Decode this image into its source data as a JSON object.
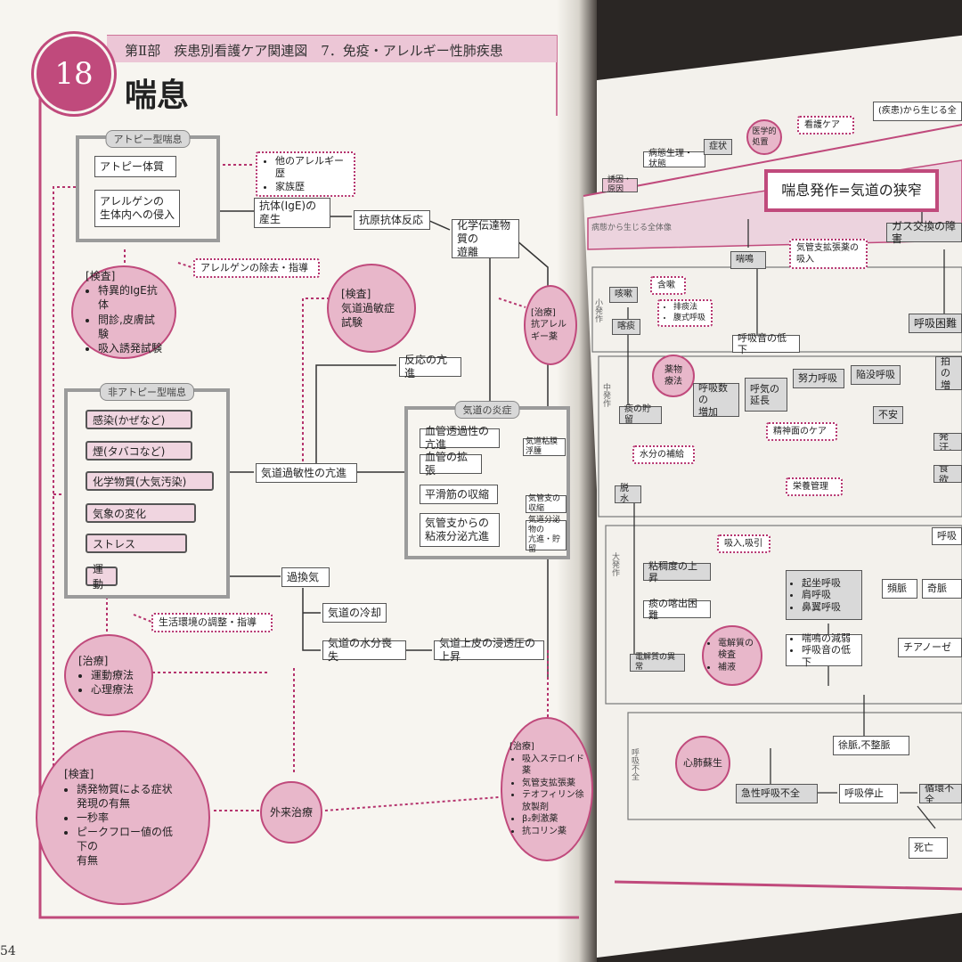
{
  "header": {
    "number": "18",
    "section": "第Ⅱ部　疾患別看護ケア関連図　7．免疫・アレルギー性肺疾患",
    "title": "喘息",
    "page_number": "54"
  },
  "atopic": {
    "frame_title": "アトピー型喘息",
    "item1": "アトピー体質",
    "item2": "アレルゲンの\n生体内への侵入",
    "history": [
      "他のアレルギー歴",
      "家族歴"
    ],
    "removal": "アレルゲンの除去・指導",
    "exam_title": "[検査]",
    "exam_items": [
      "特異的IgE抗体",
      "問診,皮膚試験",
      "吸入誘発試験"
    ]
  },
  "flow": {
    "ige": "抗体(IgE)の\n産生",
    "antigen": "抗原抗体反応",
    "mediator": "化学伝達物質の\n遊離",
    "reaction": "反応の亢進",
    "hyper": "気道過敏性の亢進",
    "hyperexam_title": "[検査]",
    "hyperexam": "気道過敏症試験",
    "antiallergy": "[治療]\n抗アレルギー薬",
    "hyperventilation": "過換気",
    "cooling": "気道の冷却",
    "water_loss": "気道の水分喪失",
    "osmotic": "気道上皮の浸透圧の上昇"
  },
  "inflammation": {
    "title": "気道の炎症",
    "items": [
      "血管透過性の亢進",
      "血管の拡張",
      "平滑筋の収縮",
      "気管支からの\n粘液分泌亢進"
    ],
    "results": [
      "気道粘膜浮腫",
      "気管支の収縮",
      "気道分泌物の\n亢進・貯留"
    ]
  },
  "nonatopic": {
    "frame_title": "非アトピー型喘息",
    "items": [
      "感染(かぜなど)",
      "煙(タバコなど)",
      "化学物質(大気汚染)",
      "気象の変化",
      "ストレス",
      "運動"
    ],
    "guidance": "生活環境の調整・指導",
    "treat_title": "[治療]",
    "treat_items": [
      "運動療法",
      "心理療法"
    ]
  },
  "bottom": {
    "exam_title": "[検査]",
    "exam_items": [
      "誘発物質による症状\n発現の有無",
      "一秒率",
      "ピークフロー値の低下の\n有無"
    ],
    "outpatient": "外来治療",
    "treat_title": "[治療]",
    "treat_items": [
      "吸入ステロイド薬",
      "気管支拡張薬",
      "テオフィリン徐放製剤",
      "β₂刺激薬",
      "抗コリン薬"
    ]
  },
  "right": {
    "legend": [
      "病態生理・状態",
      "症状",
      "医学的\n処置",
      "看護ケア",
      "(疾患)から生じる全"
    ],
    "legend_small": "誘因・原因",
    "main": "喘息発作=気道の狭窄",
    "side_label": "病態から生じる全体像",
    "bronchodilator": "気管支拡張薬の\n吸入",
    "wheeze": "喘鳴",
    "gas": "ガス交換の障害",
    "cough": "咳嗽",
    "sputum": "喀痰",
    "gargle": "含嗽",
    "expectorate": [
      "排痰法",
      "腹式呼吸"
    ],
    "breath_sound": "呼吸音の低下",
    "dyspnea": "呼吸困難",
    "drug": "薬物\n療法",
    "resp_inc": "呼吸数の\n増加",
    "exp_ext": "呼気の\n延長",
    "effort": "努力呼吸",
    "retraction": "陥没呼吸",
    "pulse_inc": "脈拍の\n増加",
    "retention": "痰の貯留",
    "mental": "精神面のケア",
    "anxiety": "不安",
    "sweat": "発汗,",
    "hydration": "水分の補給",
    "dehydration": "脱水",
    "nutrition": "栄養管理",
    "appetite": "食欲",
    "suction": "吸入,吸引",
    "viscosity": "粘稠度の上昇",
    "discharge": "痰の喀出困難",
    "posture": [
      "起坐呼吸",
      "肩呼吸",
      "鼻翼呼吸"
    ],
    "tachy": "頻脈",
    "paradox": "奇脈",
    "resp_label": "呼吸",
    "electro": "電解質の異常",
    "electro_care": [
      "電解質の\n検査",
      "補液"
    ],
    "wheeze_weak": [
      "喘鳴の減弱",
      "呼吸音の低下"
    ],
    "cyanosis": "チアノーゼ",
    "pulse_irreg": "徐脈,不整脈",
    "cpr": "心肺蘇生",
    "acute": "急性呼吸不全",
    "stop": "呼吸停止",
    "circ": "循環不全",
    "death": "死亡",
    "sec_labels": [
      "小発作",
      "中発作",
      "大発作",
      "呼吸不全"
    ]
  },
  "colors": {
    "accent": "#c04a7c",
    "circle": "#e8b7ca",
    "frame": "#9b9b9b"
  }
}
